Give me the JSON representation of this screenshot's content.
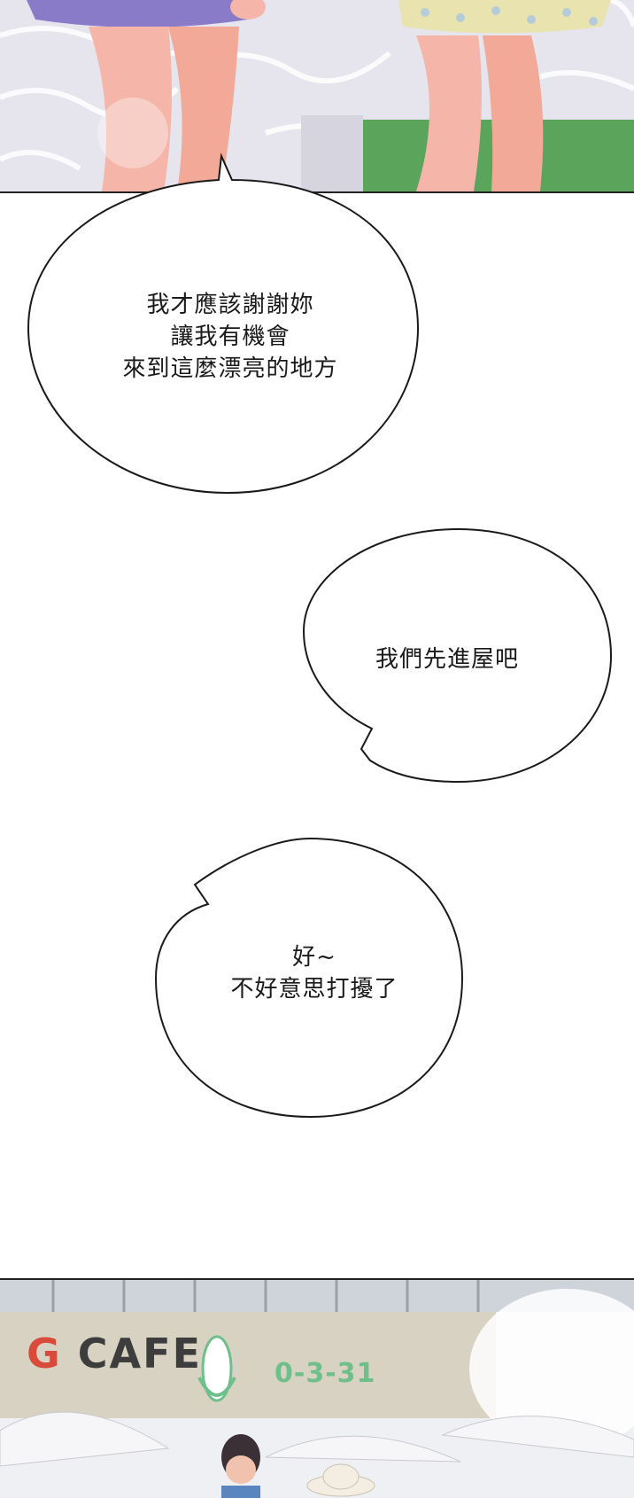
{
  "bubbles": [
    {
      "lines": [
        "我才應該謝謝妳",
        "讓我有機會",
        "來到這麼漂亮的地方"
      ]
    },
    {
      "lines": [
        "我們先進屋吧"
      ]
    },
    {
      "lines": [
        "好~",
        "不好意思打擾了"
      ]
    }
  ],
  "sign": {
    "prefix": "G",
    "name": "CAFE",
    "number": "0-3-31"
  },
  "colors": {
    "paper": "#ffffff",
    "ink": "#1a1a1a",
    "pavement": "#e8e6ee",
    "grass": "#5aa45c",
    "skin": "#f5b5a8",
    "skirt_purple": "#8a7bc8",
    "sign_board": "#d8d2c2",
    "sign_green": "#6fbf8a",
    "sign_red": "#d94a3a"
  }
}
